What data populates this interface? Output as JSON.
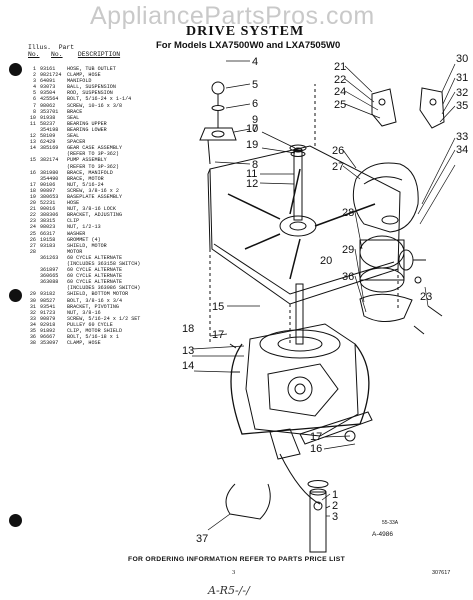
{
  "watermark": "AppliancePartsPros.com",
  "title": "DRIVE SYSTEM",
  "subtitle": "For Models LXA7500W0 and LXA7505W0",
  "table_header": {
    "illus": "Illus.",
    "part": "Part",
    "no": "No.",
    "no2": "No.",
    "description": "DESCRIPTION"
  },
  "parts": [
    {
      "i": "1",
      "p": "93161",
      "d": "HOSE, TUB OUTLET"
    },
    {
      "i": "2",
      "p": "9821724",
      "d": "CLAMP, HOSE"
    },
    {
      "i": "3",
      "p": "64091",
      "d": "MANIFOLD"
    },
    {
      "i": "4",
      "p": "93073",
      "d": "BALL, SUSPENSION"
    },
    {
      "i": "5",
      "p": "93504",
      "d": "ROD, SUSPENSION"
    },
    {
      "i": "6",
      "p": "425564",
      "d": "BOLT, 5/16-24 x 1-1/4"
    },
    {
      "i": "7",
      "p": "98062",
      "d": "SCREW, 10-16 x 3/8"
    },
    {
      "i": "8",
      "p": "353701",
      "d": "BRACE"
    },
    {
      "i": "10",
      "p": "91938",
      "d": "SEAL"
    },
    {
      "i": "11",
      "p": "58237",
      "d": "BEARING UPPER"
    },
    {
      "i": "",
      "p": "354198",
      "d": "BEARING LOWER"
    },
    {
      "i": "12",
      "p": "58109",
      "d": "SEAL"
    },
    {
      "i": "13",
      "p": "62429",
      "d": "SPACER"
    },
    {
      "i": "14",
      "p": "385169",
      "d": "GEAR CASE ASSEMBLY"
    },
    {
      "i": "",
      "p": "",
      "d": "(REFER TO 3P-362)"
    },
    {
      "i": "15",
      "p": "382174",
      "d": "PUMP ASSEMBLY"
    },
    {
      "i": "",
      "p": "",
      "d": "(REFER TO 3P-362)"
    },
    {
      "i": "16",
      "p": "381980",
      "d": "BRACE, MANIFOLD"
    },
    {
      "i": "",
      "p": "354490",
      "d": "BRACE, MOTOR"
    },
    {
      "i": "17",
      "p": "90106",
      "d": "NUT, 5/16-24"
    },
    {
      "i": "18",
      "p": "90897",
      "d": "SCREW, 3/8-16 x 2"
    },
    {
      "i": "19",
      "p": "380653",
      "d": "BASEPLATE ASSEMBLY"
    },
    {
      "i": "20",
      "p": "52231",
      "d": "HOSE"
    },
    {
      "i": "21",
      "p": "90016",
      "d": "NUT, 3/8-16 LOCK"
    },
    {
      "i": "22",
      "p": "388306",
      "d": "BRACKET, ADJUSTING"
    },
    {
      "i": "23",
      "p": "38315",
      "d": "CLIP"
    },
    {
      "i": "24",
      "p": "98023",
      "d": "NUT, 1/2-13"
    },
    {
      "i": "25",
      "p": "66317",
      "d": "WASHER"
    },
    {
      "i": "26",
      "p": "19158",
      "d": "GROMMET (4)"
    },
    {
      "i": "27",
      "p": "93183",
      "d": "SHIELD, MOTOR"
    },
    {
      "i": "28",
      "p": "",
      "d": "MOTOR"
    },
    {
      "i": "",
      "p": "361263",
      "d": "60 CYCLE ALTERNATE"
    },
    {
      "i": "",
      "p": "",
      "d": "(INCLUDES 363158 SWITCH)"
    },
    {
      "i": "",
      "p": "361897",
      "d": "60 CYCLE ALTERNATE"
    },
    {
      "i": "",
      "p": "360665",
      "d": "60 CYCLE ALTERNATE"
    },
    {
      "i": "",
      "p": "363088",
      "d": "60 CYCLE ALTERNATE"
    },
    {
      "i": "",
      "p": "",
      "d": "(INCLUDES 363086 SWITCH)"
    },
    {
      "i": "29",
      "p": "93182",
      "d": "SHIELD, BOTTOM MOTOR"
    },
    {
      "i": "30",
      "p": "98527",
      "d": "BOLT, 3/8-16 x 3/4"
    },
    {
      "i": "31",
      "p": "93541",
      "d": "BRACKET, PIVOTING"
    },
    {
      "i": "32",
      "p": "91723",
      "d": "NUT, 3/8-16"
    },
    {
      "i": "33",
      "p": "90879",
      "d": "SCREW, 5/16-24 x 1/2 SET"
    },
    {
      "i": "34",
      "p": "92918",
      "d": "PULLEY 60 CYCLE"
    },
    {
      "i": "35",
      "p": "91892",
      "d": "CLIP, MOTOR SHIELD"
    },
    {
      "i": "36",
      "p": "96667",
      "d": "BOLT, 5/16-18 x 1"
    },
    {
      "i": "38",
      "p": "353097",
      "d": "CLAMP, HOSE"
    }
  ],
  "callouts": [
    "4",
    "5",
    "6",
    "7",
    "8",
    "9",
    "10",
    "19",
    "11",
    "12",
    "13",
    "14",
    "15",
    "16",
    "17",
    "18",
    "1",
    "2",
    "3",
    "37",
    "17",
    "20",
    "21",
    "22",
    "23",
    "24",
    "25",
    "26",
    "27",
    "28",
    "29",
    "30",
    "31",
    "32",
    "33",
    "34",
    "35",
    "36",
    "23"
  ],
  "footer": "FOR ORDERING INFORMATION REFER TO PARTS PRICE LIST",
  "page_number": "3",
  "page_code": "307617",
  "diagram_tag1": "55-33A",
  "diagram_tag2": "A-4986",
  "scribble": "A-R5-/-/"
}
